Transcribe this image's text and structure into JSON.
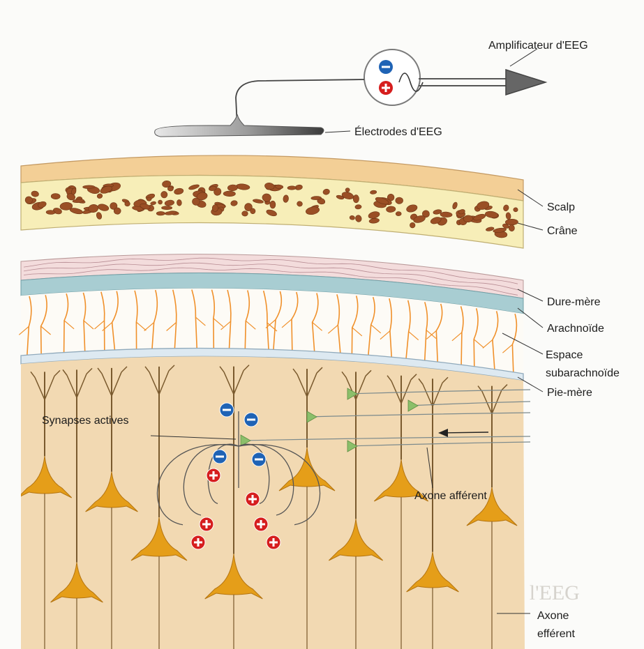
{
  "labels": {
    "amplifier": "Amplificateur d'EEG",
    "electrodes": "Électrodes d'EEG",
    "scalp": "Scalp",
    "skull": "Crâne",
    "dura": "Dure-mère",
    "arachnoid": "Arachnoïde",
    "subarachnoid_line1": "Espace",
    "subarachnoid_line2": "subarachnoïde",
    "pia": "Pie-mère",
    "active_synapses": "Synapses actives",
    "afferent_axon": "Axone afférent",
    "efferent_axon_line1": "Axone",
    "efferent_axon_line2": "efférent"
  },
  "background_text": {
    "heading": "Rythmes de l'EEG"
  },
  "colors": {
    "scalp": "#f3cf96",
    "skull": "#f7eeb8",
    "bone": "#9a4f25",
    "dura": "#f3dcdc",
    "arachnoid": "#a8cdd2",
    "vessel": "#f0902a",
    "pia": "#dde9f1",
    "cortex": "#f2d9b2",
    "neuron": "#e59e19",
    "synapse": "#8bbf6a",
    "negative_charge": "#1f63b5",
    "positive_charge": "#d61e1e"
  },
  "icons": {
    "negative": "minus-charge-icon",
    "positive": "plus-charge-icon",
    "output_arrow": "double-arrow-icon"
  }
}
